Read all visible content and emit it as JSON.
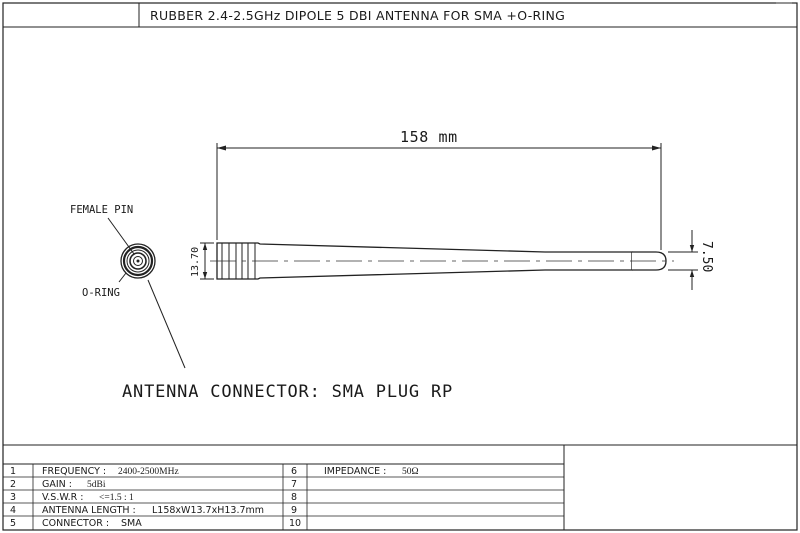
{
  "title": "RUBBER 2.4-2.5GHz DIPOLE 5 DBI ANTENNA FOR SMA +O-RING",
  "labels": {
    "female_pin": "FEMALE PIN",
    "o_ring": "O-RING",
    "connector_note": "ANTENNA CONNECTOR: SMA PLUG RP"
  },
  "dimensions": {
    "length": "158 mm",
    "base_diameter": "13.70",
    "tip_diameter": "7.50"
  },
  "spec_table": {
    "left": [
      {
        "num": "1",
        "label": "FREQUENCY :",
        "value": "2400-2500MHz"
      },
      {
        "num": "2",
        "label": "GAIN :",
        "value": "5dBi"
      },
      {
        "num": "3",
        "label": "V.S.W.R :",
        "value": "<=1.5 : 1"
      },
      {
        "num": "4",
        "label": "ANTENNA LENGTH :",
        "value": "L158xW13.7xH13.7mm"
      },
      {
        "num": "5",
        "label": "CONNECTOR :",
        "value": "SMA"
      }
    ],
    "right": [
      {
        "num": "6",
        "label": "IMPEDANCE :",
        "value": "50Ω"
      },
      {
        "num": "7",
        "label": "",
        "value": ""
      },
      {
        "num": "8",
        "label": "",
        "value": ""
      },
      {
        "num": "9",
        "label": "",
        "value": ""
      },
      {
        "num": "10",
        "label": "",
        "value": ""
      }
    ]
  }
}
